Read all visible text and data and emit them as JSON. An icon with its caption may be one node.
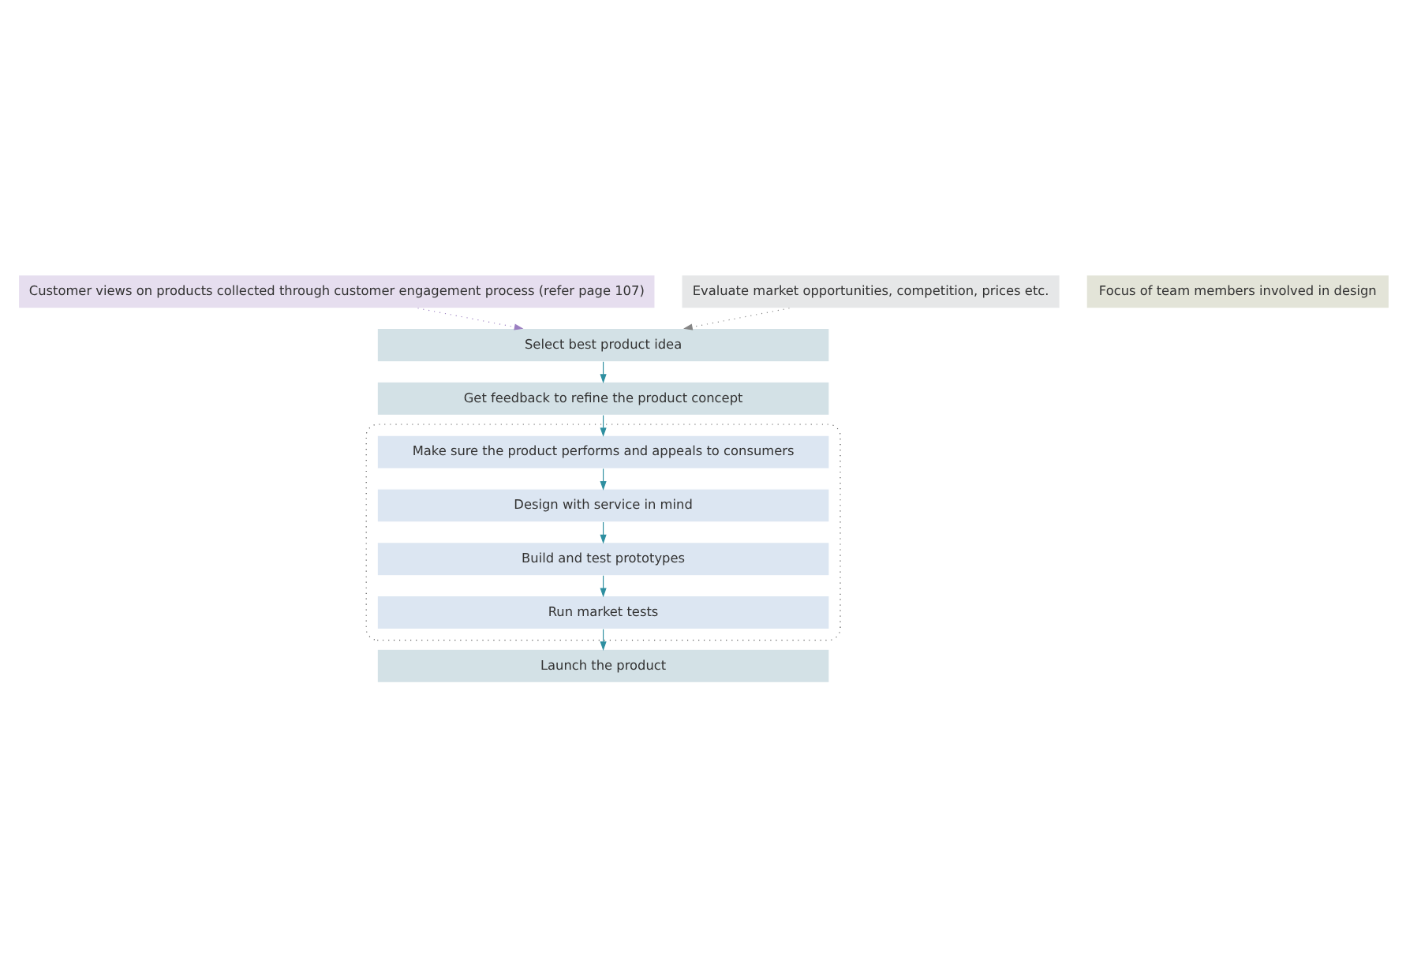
{
  "diagram": {
    "nodes": [
      {
        "text": [
          "Customer views on products collected through customer engagement process (refer page 107)"
        ]
      },
      {
        "text": [
          "Evaluate market opportunities, competition, prices etc."
        ]
      },
      {
        "text": [
          "Select best product idea"
        ]
      },
      {
        "text": [
          "Get feedback to refine the product concept"
        ]
      },
      {
        "text": [],
        "shape": "box"
      },
      {
        "text": [
          "Make sure the product performs and appeals to consumers"
        ],
        "in": 4
      },
      {
        "text": [
          "Design with service in mind"
        ],
        "in": 4
      },
      {
        "text": [
          "Build and test prototypes"
        ],
        "in": 4
      },
      {
        "text": [
          "Run market tests"
        ],
        "in": 4
      },
      {
        "text": [
          "Launch the product"
        ]
      },
      {
        "text": [
          "Focus of team members involved in design"
        ]
      }
    ],
    "edges": [
      {
        "from": 0,
        "to": 2,
        "arrow": "to",
        "style": "dashed",
        "color": "#9b7fc1"
      },
      {
        "from": 1,
        "to": 2,
        "arrow": "to",
        "style": "dashed",
        "color": "#858585"
      },
      {
        "from": 2,
        "to": 3,
        "arrow": "to"
      },
      {
        "from": 3,
        "to": 5,
        "arrow": "to"
      },
      {
        "from": 5,
        "to": 6,
        "arrow": "to"
      },
      {
        "from": 6,
        "to": 7,
        "arrow": "to"
      },
      {
        "from": 7,
        "to": 8,
        "arrow": "to"
      },
      {
        "from": 8,
        "to": 9,
        "arrow": "to"
      }
    ]
  }
}
